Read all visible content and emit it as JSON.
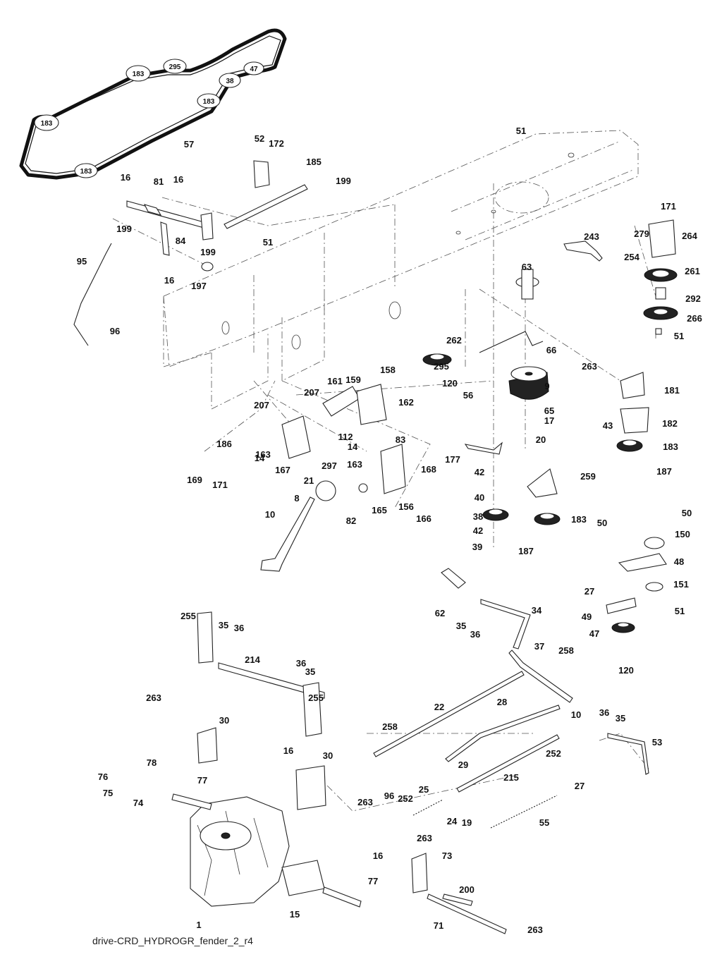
{
  "diagram_id": "drive-CRD_HYDROGR_fender_2_r4",
  "belt_pulley_labels": [
    "183",
    "295",
    "47",
    "38",
    "183",
    "183",
    "183"
  ],
  "part_labels": [
    "57",
    "52",
    "172",
    "185",
    "199",
    "16",
    "81",
    "16",
    "199",
    "84",
    "199",
    "51",
    "95",
    "96",
    "16",
    "197",
    "51",
    "171",
    "279",
    "264",
    "243",
    "254",
    "63",
    "261",
    "292",
    "266",
    "51",
    "262",
    "66",
    "295",
    "120",
    "56",
    "9",
    "263",
    "181",
    "65",
    "17",
    "20",
    "182",
    "43",
    "183",
    "187",
    "207",
    "161",
    "159",
    "158",
    "207",
    "162",
    "186",
    "14",
    "163",
    "112",
    "14",
    "83",
    "297",
    "167",
    "169",
    "171",
    "163",
    "168",
    "177",
    "42",
    "40",
    "259",
    "21",
    "8",
    "82",
    "165",
    "156",
    "166",
    "38",
    "183",
    "42",
    "39",
    "187",
    "10",
    "50",
    "50",
    "150",
    "48",
    "27",
    "151",
    "62",
    "35",
    "36",
    "34",
    "49",
    "51",
    "47",
    "37",
    "255",
    "35",
    "36",
    "258",
    "120",
    "214",
    "36",
    "35",
    "255",
    "263",
    "30",
    "22",
    "28",
    "36",
    "35",
    "53",
    "258",
    "10",
    "29",
    "252",
    "16",
    "30",
    "78",
    "76",
    "77",
    "75",
    "74",
    "263",
    "96",
    "252",
    "25",
    "24",
    "19",
    "215",
    "27",
    "55",
    "263",
    "73",
    "16",
    "77",
    "200",
    "15",
    "1",
    "71",
    "263"
  ]
}
